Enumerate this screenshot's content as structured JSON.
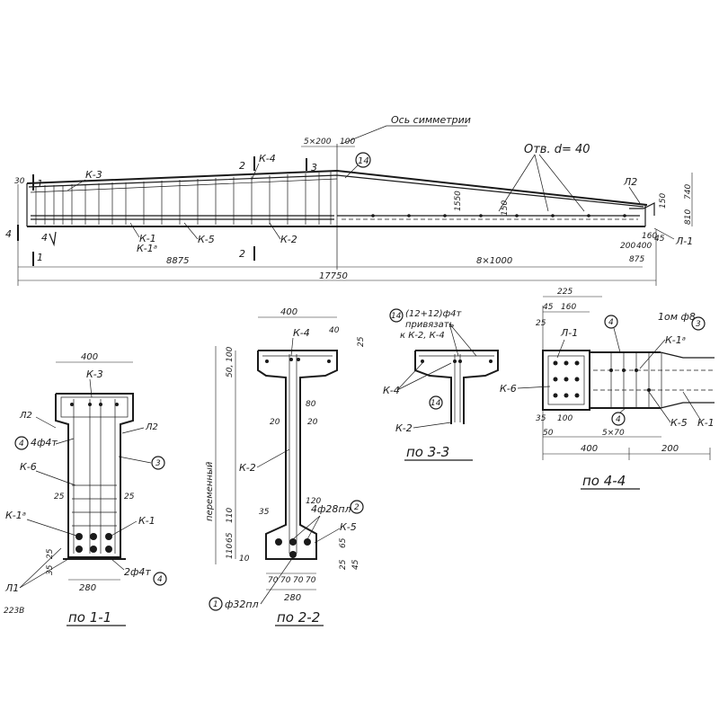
{
  "elevation": {
    "axis_label": "Ось симметрии",
    "hole_label": "Отв. d= 40",
    "hole_dims": "5×200",
    "hole_dim2": "100",
    "bar_labels": {
      "k3": "К-3",
      "k4": "К-4",
      "k1": "К-1",
      "k1a": "К-1ᵃ",
      "k5": "К-5",
      "k2": "К-2",
      "l2": "Л2",
      "l1": "Л-1"
    },
    "section_marks": {
      "s1": "1",
      "s2": "2",
      "s3": "3",
      "s4": "4"
    },
    "callout_14": "14",
    "dims": {
      "left_half": "8875",
      "spacing": "8×1000",
      "total": "17750",
      "h1550": "1550",
      "h150": "150",
      "h740": "740",
      "h810": "810",
      "d30": "30",
      "d875": "875",
      "d200": "200",
      "d400": "400",
      "d160": "160",
      "d45": "45",
      "d150b": "150"
    }
  },
  "sec11": {
    "title": "по 1-1",
    "width_top": "400",
    "width_bot": "280",
    "labels": {
      "k3": "К-3",
      "l2a": "Л2",
      "l2b": "Л2",
      "bars4": "4ф4т",
      "k6": "К-6",
      "k1a": "К-1ᵃ",
      "k1": "К-1",
      "bars2": "2ф4т",
      "l1": "Л1"
    },
    "callouts": {
      "c4a": "4",
      "c3": "3",
      "c4b": "4"
    },
    "d25a": "25",
    "d25b": "25",
    "d25c": "25",
    "d35": "35",
    "sheet_code": "223В"
  },
  "sec22": {
    "title": "по 2-2",
    "width_top": "400",
    "width_bot": "280",
    "label_k4": "К-4",
    "label_k2": "К-2",
    "label_k5": "К-5",
    "side_label": "переменный",
    "bars_label": "4ф28пл",
    "callout_2": "2",
    "bottom_bar": "ф32пл",
    "callout_1": "1",
    "dims": {
      "d40": "40",
      "d25": "25",
      "d50": "50",
      "d100": "100",
      "d80": "80",
      "d20a": "20",
      "d20b": "20",
      "d120": "120",
      "d35": "35",
      "d110": "110",
      "d65": "65",
      "d110b": "110",
      "d10": "10",
      "d25b": "25",
      "d45": "45",
      "d65b": "65",
      "d70a": "70",
      "d70b": "70",
      "d70c": "70",
      "d70d": "70"
    }
  },
  "sec33": {
    "title": "по 3-3",
    "note_line1": "(12+12)ф4т",
    "note_line2": "привязать",
    "note_line3": "к К-2, К-4",
    "callout_14a": "14",
    "callout_14b": "14",
    "label_k4": "К-4",
    "label_k2": "К-2"
  },
  "sec44": {
    "title": "по 4-4",
    "d225": "225",
    "d45": "45",
    "d160": "160",
    "d25": "25",
    "d35": "35",
    "d100": "100",
    "d50": "50",
    "spacing": "5×70",
    "d400": "400",
    "d200": "200",
    "label_l1": "Л-1",
    "label_k6": "К-6",
    "label_k1a": "К-1ᵃ",
    "label_k5": "К-5",
    "label_k1": "К-1",
    "bars": "1ом ф8",
    "callouts": {
      "c4a": "4",
      "c3": "3",
      "c4b": "4"
    }
  }
}
